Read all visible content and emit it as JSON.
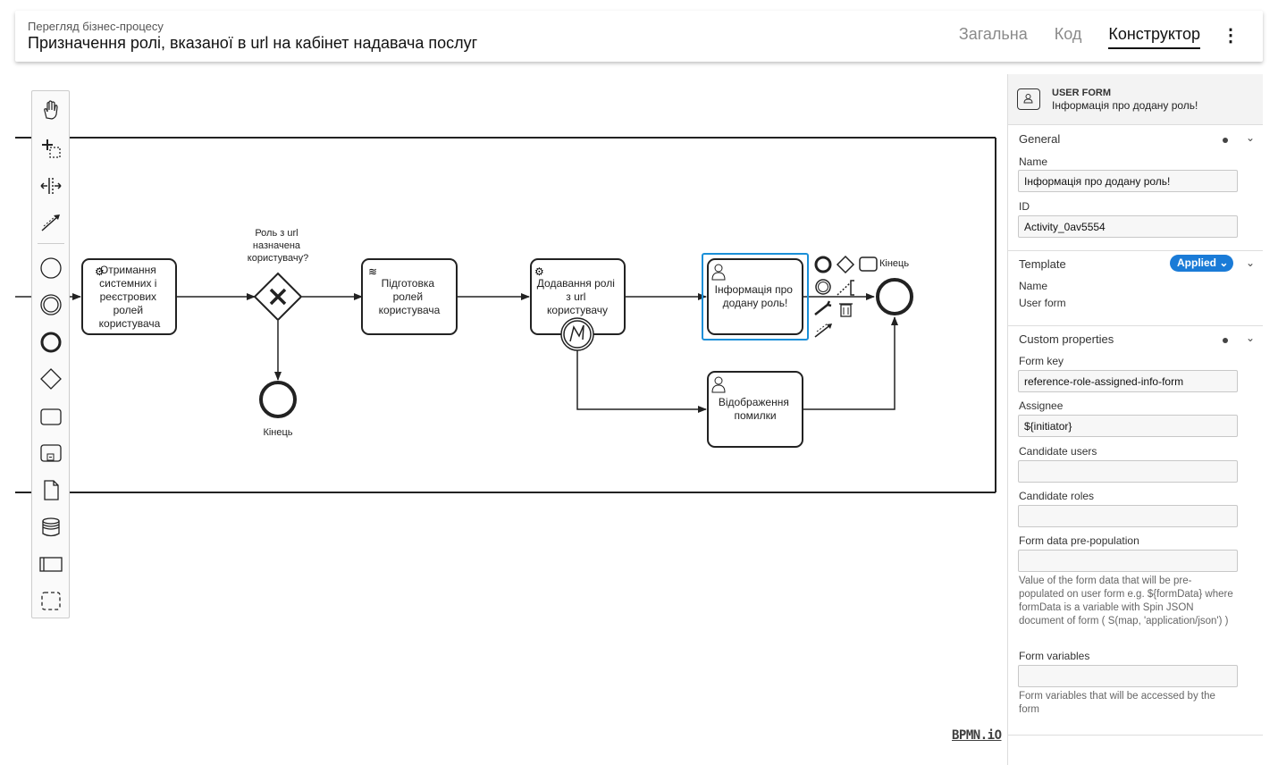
{
  "header": {
    "subtitle": "Перегляд бізнес-процесу",
    "title": "Призначення ролі, вказаної в url на кабінет надавача послуг",
    "tabs": [
      "Загальна",
      "Код",
      "Конструктор"
    ],
    "active_tab": "Конструктор"
  },
  "diagram": {
    "task_system_roles": [
      "Отримання",
      "системних і",
      "реєстрових",
      "ролей",
      "користувача"
    ],
    "gateway_label": [
      "Роль з url",
      "назначена",
      "користувачу?"
    ],
    "end_event_label": "Кінець",
    "task_prepare_roles": [
      "Підготовка",
      "ролей",
      "користувача"
    ],
    "task_add_role": [
      "Додавання ролі",
      "з url",
      "користувачу"
    ],
    "task_info_added_role": [
      "Інформація про",
      "додану роль!"
    ],
    "task_show_error": [
      "Відображення",
      "помилки"
    ],
    "context_pad_end_label": "Кінець"
  },
  "palette_tools": [
    "hand-tool-icon",
    "lasso-tool-icon",
    "space-tool-icon",
    "connect-tool-icon",
    "start-event-icon",
    "intermediate-event-icon",
    "end-event-icon",
    "gateway-icon",
    "task-icon",
    "subprocess-icon",
    "data-object-icon",
    "data-store-icon",
    "pool-icon",
    "group-icon"
  ],
  "bpmn_logo": "BPMN.iO",
  "panel": {
    "kind": "USER FORM",
    "element_name": "Інформація про додану роль!",
    "general": {
      "title": "General",
      "name_label": "Name",
      "name_value": "Інформація про додану роль!",
      "id_label": "ID",
      "id_value": "Activity_0av5554"
    },
    "template": {
      "title": "Template",
      "badge": "Applied",
      "name_label": "Name",
      "name_value": "User form"
    },
    "custom": {
      "title": "Custom properties",
      "form_key_label": "Form key",
      "form_key_value": "reference-role-assigned-info-form",
      "assignee_label": "Assignee",
      "assignee_value": "${initiator}",
      "candidate_users_label": "Candidate users",
      "candidate_users_value": "",
      "candidate_roles_label": "Candidate roles",
      "candidate_roles_value": "",
      "prepop_label": "Form data pre-population",
      "prepop_value": "",
      "prepop_hint": "Value of the form data that will be pre-populated on user form e.g. ${formData} where formData is a variable with Spin JSON document of form ( S(map, 'application/json') )",
      "form_vars_label": "Form variables",
      "form_vars_value": "",
      "form_vars_hint": "Form variables that will be accessed by the form"
    }
  }
}
